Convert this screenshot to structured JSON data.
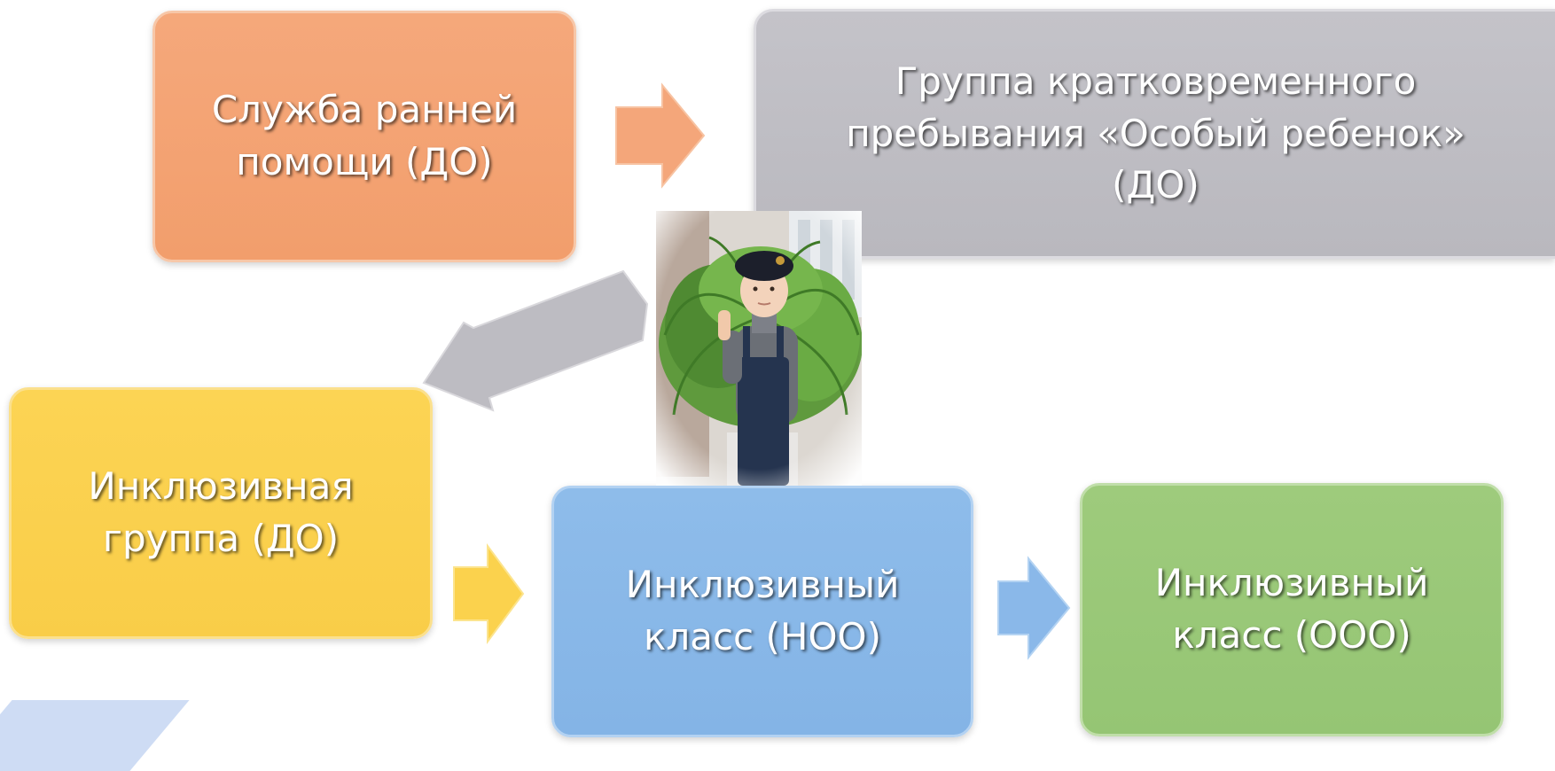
{
  "boxes": {
    "early_help": {
      "line1": "Служба ранней",
      "line2": "помощи (ДО)",
      "color": "#f29e6c"
    },
    "short_stay": {
      "line1": "Группа кратковременного",
      "line2": "пребывания «Особый ребенок»",
      "line3": "(ДО)",
      "color": "#bab9bf"
    },
    "inclusive_group": {
      "line1": "Инклюзивная",
      "line2": "группа (ДО)",
      "color": "#fbce4a"
    },
    "inclusive_class_noo": {
      "line1": "Инклюзивный",
      "line2": "класс (НОО)",
      "color": "#87b6e7"
    },
    "inclusive_class_ooo": {
      "line1": "Инклюзивный",
      "line2": "класс (ООО)",
      "color": "#98c777"
    }
  },
  "arrows": [
    {
      "from": "early_help",
      "to": "short_stay",
      "color": "#f29e6c"
    },
    {
      "from": "short_stay",
      "to": "inclusive_group",
      "color": "#bab9bf"
    },
    {
      "from": "inclusive_group",
      "to": "inclusive_class_noo",
      "color": "#fbce4a"
    },
    {
      "from": "inclusive_class_noo",
      "to": "inclusive_class_ooo",
      "color": "#87b6e7"
    }
  ],
  "photo": {
    "subject": "child-in-cap-before-fern-photo"
  }
}
